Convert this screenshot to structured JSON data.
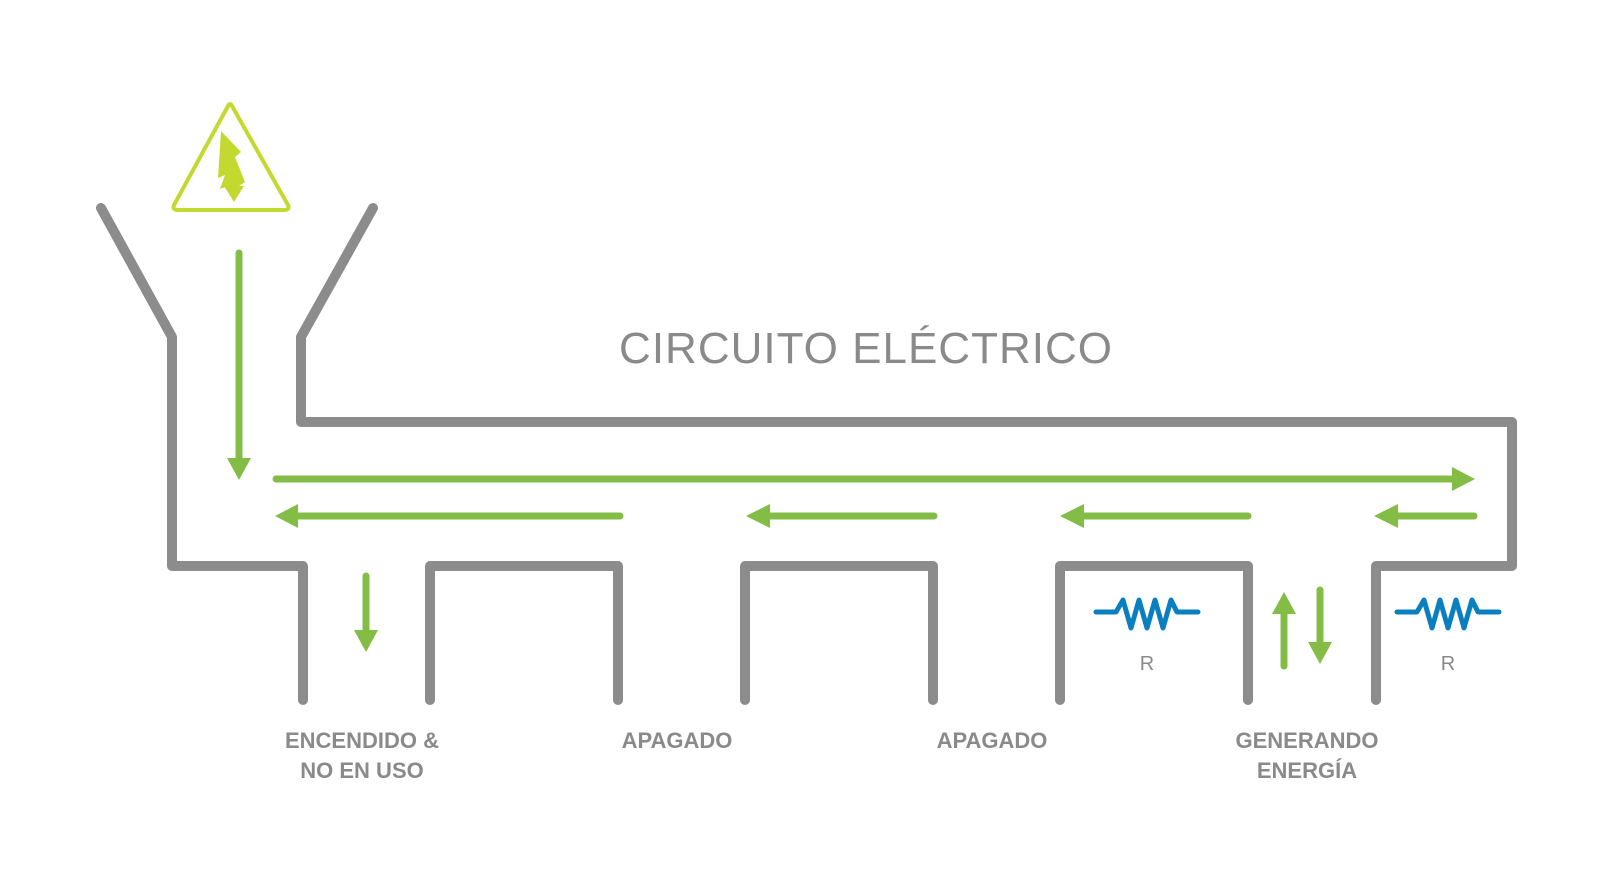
{
  "title": "CIRCUITO ELÉCTRICO",
  "colors": {
    "pipe": "#8c8c8c",
    "flow": "#84bd45",
    "warning": "#c3d930",
    "resistor": "#0a7fc0",
    "text": "#8a8a8a"
  },
  "icons": {
    "warning": "high-voltage-warning-icon",
    "resistor": "resistor-icon"
  },
  "branches": [
    {
      "label_line1": "ENCENDIDO &",
      "label_line2": "NO EN USO"
    },
    {
      "label_line1": "APAGADO",
      "label_line2": ""
    },
    {
      "label_line1": "APAGADO",
      "label_line2": ""
    },
    {
      "label_line1": "GENERANDO",
      "label_line2": "ENERGÍA"
    }
  ],
  "resistors": [
    {
      "label": "R"
    },
    {
      "label": "R"
    }
  ]
}
